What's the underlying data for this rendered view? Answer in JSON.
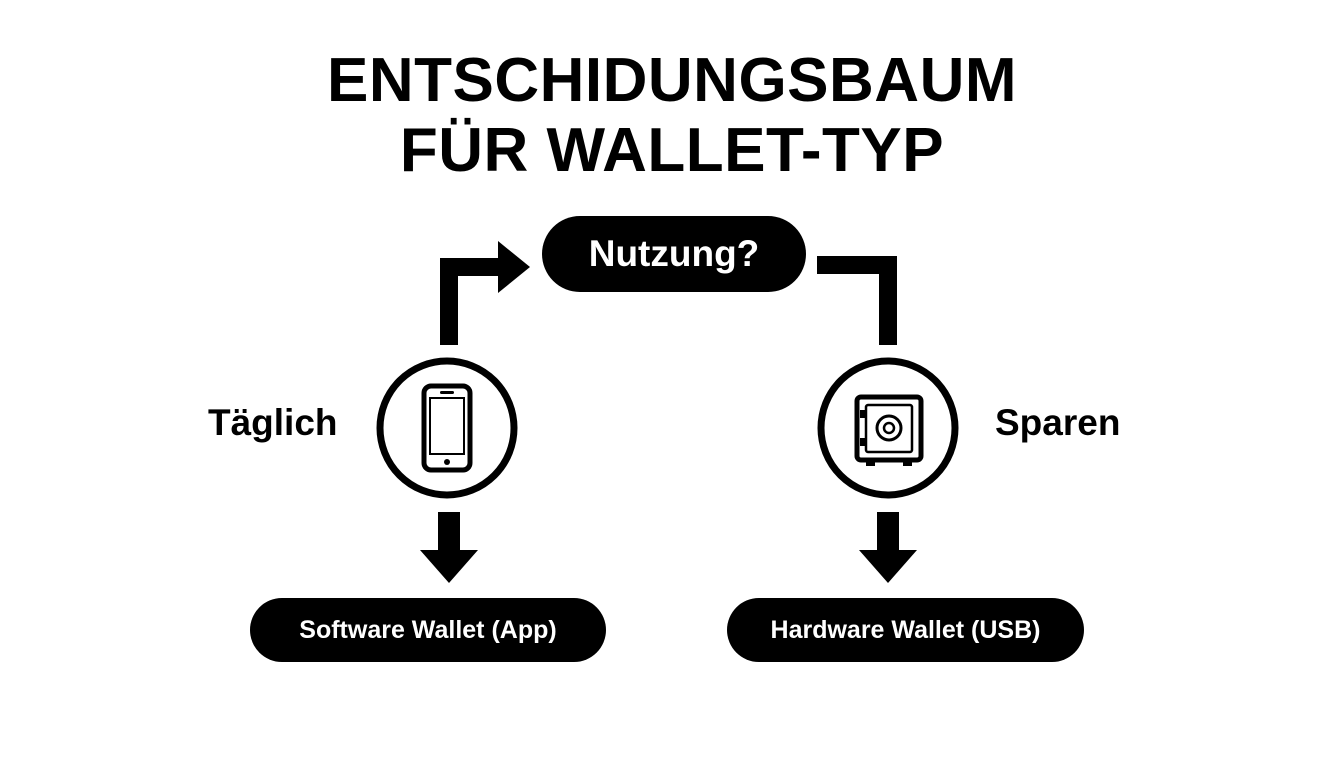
{
  "title": {
    "line1": "ENTSCHIDUNGSBAUM",
    "line2": "FÜR WALLET-TYP"
  },
  "root": {
    "label": "Nutzung?"
  },
  "branches": [
    {
      "label": "Täglich",
      "icon": "smartphone-icon",
      "result": "Software Wallet (App)"
    },
    {
      "label": "Sparen",
      "icon": "safe-icon",
      "result": "Hardware Wallet (USB)"
    }
  ],
  "colors": {
    "background": "#ffffff",
    "foreground": "#000000",
    "pill_text": "#ffffff"
  }
}
